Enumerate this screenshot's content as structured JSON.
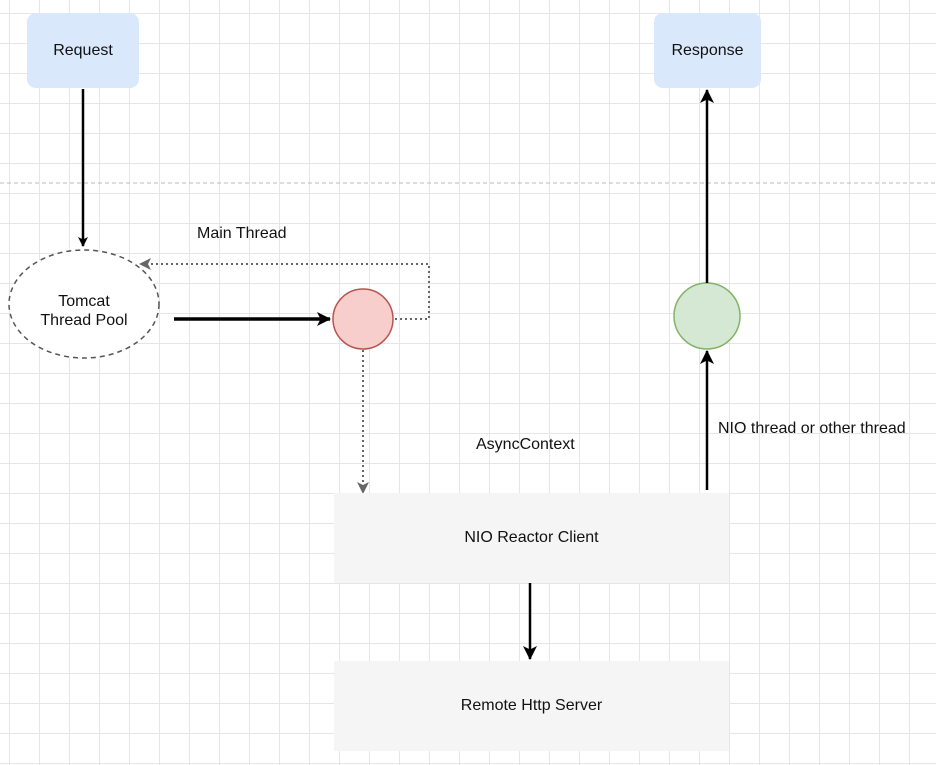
{
  "nodes": {
    "request": "Request",
    "response": "Response",
    "thread_pool_line1": "Tomcat",
    "thread_pool_line2": "Thread Pool",
    "nio_reactor_client": "NIO Reactor Client",
    "remote_http_server": "Remote Http Server"
  },
  "labels": {
    "main_thread": "Main Thread",
    "async_context": "AsyncContext",
    "nio_thread": "NIO thread or other thread"
  },
  "colors": {
    "request_response_fill": "#dae8fc",
    "box_fill": "#f5f5f5",
    "red_circle_fill": "#f8cecc",
    "red_circle_stroke": "#b85450",
    "green_circle_fill": "#d5e8d4",
    "green_circle_stroke": "#82b366",
    "arrow": "#000000",
    "dotted_arrow": "#666666",
    "separator": "#bbbbbb"
  }
}
